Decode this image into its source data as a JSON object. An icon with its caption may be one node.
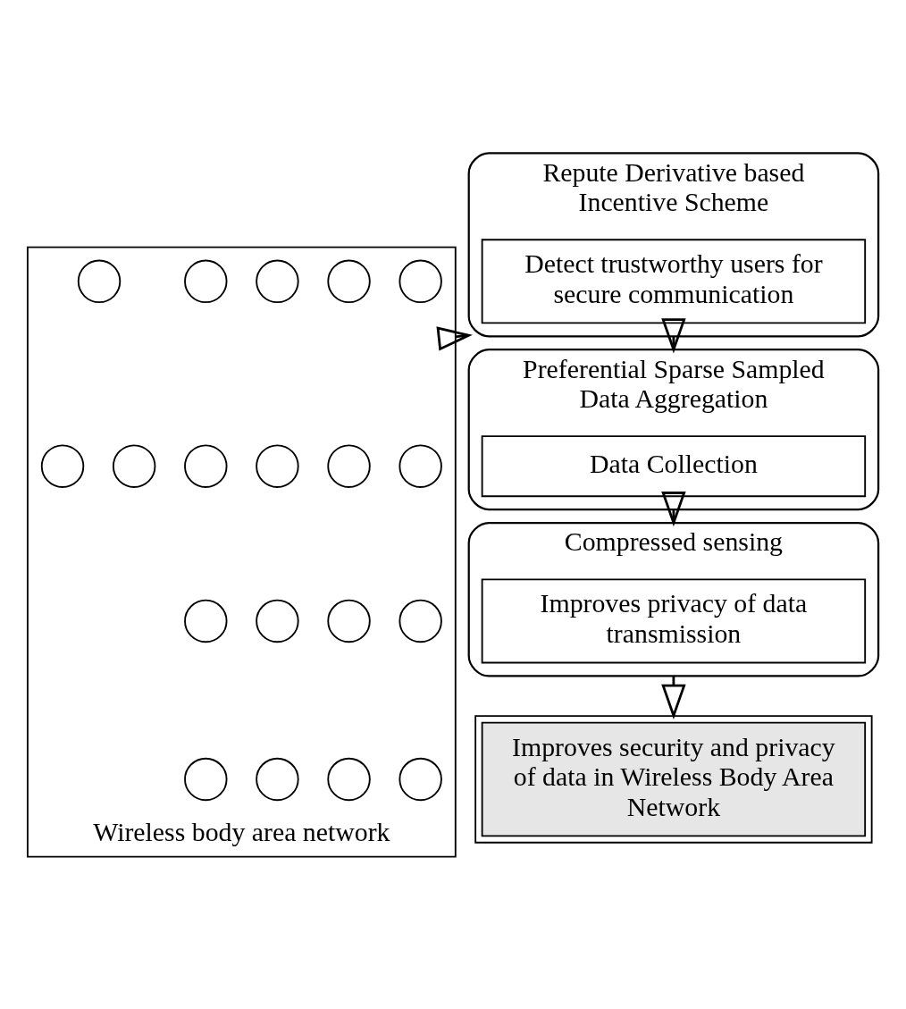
{
  "diagram": {
    "nodes": [
      {
        "text": [],
        "shape": "box",
        "beside": [
          "Wireless body area network"
        ]
      },
      {
        "text": [],
        "shape": "circle",
        "in": 0
      },
      {
        "text": [],
        "shape": "circle",
        "in": 0
      },
      {
        "text": [],
        "shape": "circle",
        "in": 0
      },
      {
        "text": [],
        "shape": "circle",
        "in": 0
      },
      {
        "text": [],
        "shape": "circle",
        "in": 0
      },
      {
        "text": [],
        "shape": "circle",
        "in": 0
      },
      {
        "text": [],
        "shape": "circle",
        "in": 0
      },
      {
        "text": [],
        "shape": "circle",
        "in": 0
      },
      {
        "text": [],
        "shape": "circle",
        "in": 0
      },
      {
        "text": [],
        "shape": "circle",
        "in": 0
      },
      {
        "text": [],
        "shape": "circle",
        "in": 0
      },
      {
        "text": [],
        "shape": "circle",
        "in": 0
      },
      {
        "text": [],
        "shape": "circle",
        "in": 0
      },
      {
        "text": [],
        "shape": "circle",
        "in": 0
      },
      {
        "text": [],
        "shape": "circle",
        "in": 0
      },
      {
        "text": [],
        "shape": "circle",
        "in": 0
      },
      {
        "text": [],
        "shape": "circle",
        "in": 0
      },
      {
        "text": [],
        "shape": "circle",
        "in": 0
      },
      {
        "text": [],
        "shape": "circle",
        "in": 0
      },
      {
        "text": [
          "Repute Derivative based Incentive Scheme"
        ]
      },
      {
        "text": [
          "Detect trustworthy users for secure communication"
        ],
        "in": 20
      },
      {
        "text": [
          "Preferential Sparse Sampled Data Aggregation"
        ]
      },
      {
        "text": [
          "Data Collection"
        ],
        "in": 22
      },
      {
        "text": [
          "Compressed sensing"
        ]
      },
      {
        "text": [
          "Improves privacy of data transmission"
        ],
        "in": 24
      },
      {
        "text": [
          "Improves security and privacy of data in Wireless Body Area Network"
        ]
      }
    ],
    "edges": [
      {
        "from": 0,
        "to": 20,
        "arrow": "to"
      },
      {
        "from": 20,
        "to": 22,
        "arrow": "to"
      },
      {
        "from": 22,
        "to": 24,
        "arrow": "to"
      },
      {
        "from": 24,
        "to": 26,
        "arrow": "to"
      }
    ]
  }
}
